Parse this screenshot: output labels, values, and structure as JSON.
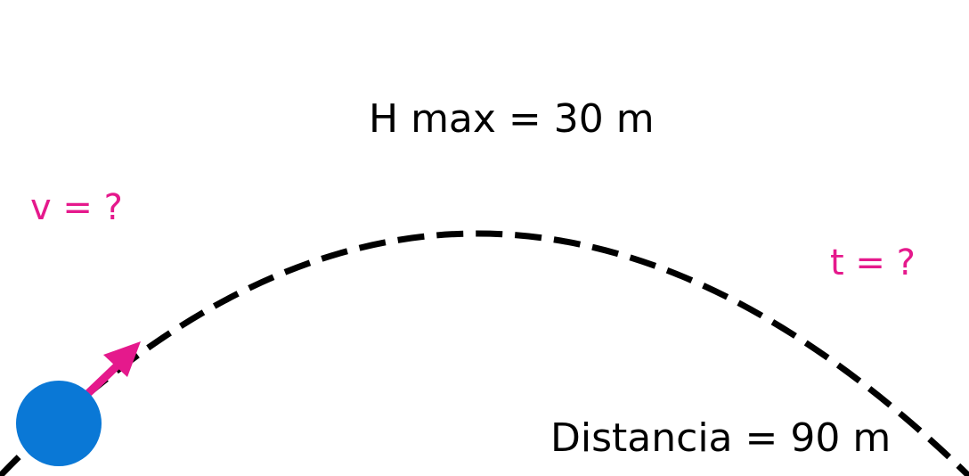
{
  "labels": {
    "max_height": "H max = 30 m",
    "velocity": "v = ?",
    "time": "t = ?",
    "distance": "Distancia = 90 m"
  },
  "colors": {
    "trajectory": "#000000",
    "ball": "#0a78d6",
    "vector": "#e5198c",
    "unknown_text": "#e5198c",
    "known_text": "#000000"
  },
  "icons": {
    "ball": "ball-icon",
    "velocity_arrow": "arrow-icon"
  }
}
